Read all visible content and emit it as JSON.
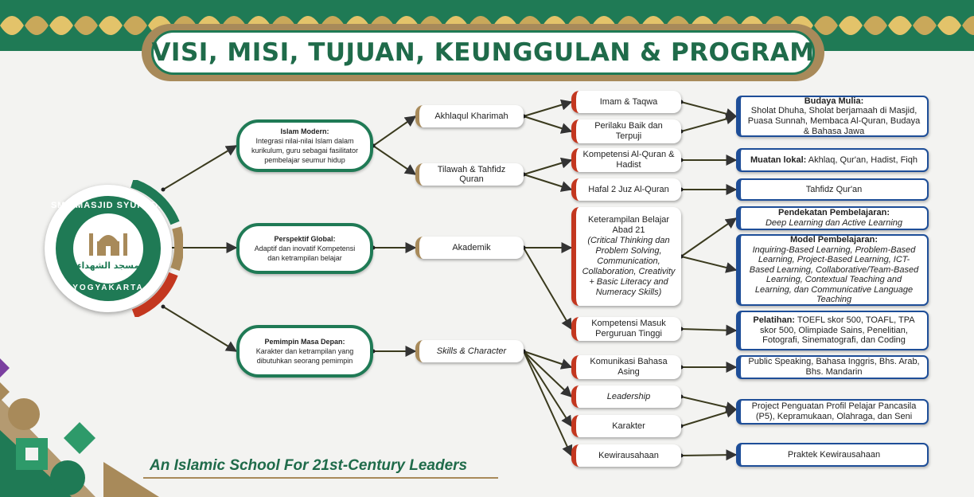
{
  "title": "VISI, MISI, TUJUAN, KEUNGGULAN & PROGRAM",
  "tagline": "An Islamic School For 21st-Century Leaders",
  "logo": {
    "top_text": "SMA MASJID SYUHADA",
    "arabic_text": "مسجد الشهداء",
    "bottom_text": "YOGYAKARTA",
    "icon": "mosque-icon"
  },
  "pillars": [
    {
      "title": "Islam Modern:",
      "desc": "Integrasi nilai-nilai Islam dalam kurikulum, guru sebagai fasilitator pembelajar seumur hidup"
    },
    {
      "title": "Perspektif Global:",
      "desc": "Adaptif dan inovatif Kompetensi dan ketrampilan belajar"
    },
    {
      "title": "Pemimpin Masa Depan:",
      "desc": "Karakter dan ketrampilan yang dibutuhkan seorang pemimpin"
    }
  ],
  "programs": [
    "Akhlaqul Kharimah",
    "Tilawah & Tahfidz Quran",
    "Akademik",
    "Skills & Character"
  ],
  "sub_items": {
    "imam": "Imam & Taqwa",
    "perilaku": "Perilaku Baik dan Terpuji",
    "kompetensi_quran": "Kompetensi Al-Quran & Hadist",
    "hafal": "Hafal 2 Juz Al-Quran",
    "abad21_line1": "Keterampilan Belajar Abad 21",
    "abad21_line2": "(Critical Thinking dan Problem Solving, Communication, Collaboration, Creativity + Basic Literacy and Numeracy Skills)",
    "kompetensi_masuk": "Kompetensi Masuk Perguruan Tinggi",
    "komunikasi": "Komunikasi Bahasa Asing",
    "leadership": "Leadership",
    "karakter": "Karakter",
    "kewirausahaan": "Kewirausahaan"
  },
  "results": {
    "budaya_title": "Budaya Mulia:",
    "budaya_text": "Sholat Dhuha, Sholat berjamaah di Masjid, Puasa Sunnah, Membaca Al-Quran, Budaya & Bahasa Jawa",
    "muatan_title": "Muatan lokal:",
    "muatan_text": "Akhlaq, Qur'an, Hadist, Fiqh",
    "tahfidz": "Tahfidz Qur'an",
    "pendekatan_title": "Pendekatan Pembelajaran:",
    "pendekatan_text": "Deep Learning dan Active Learning",
    "model_title": "Model Pembelajaran:",
    "model_text": "Inquiring-Based Learning, Problem-Based Learning, Project-Based Learning, ICT-Based Learning, Collaborative/Team-Based Learning, Contextual Teaching and Learning, dan Communicative Language Teaching",
    "pelatihan_title": "Pelatihan:",
    "pelatihan_text": "TOEFL skor 500, TOAFL, TPA skor 500, Olimpiade Sains, Penelitian, Fotografi, Sinematografi, dan Coding",
    "bahasa": "Public Speaking, Bahasa Inggris, Bhs. Arab, Bhs. Mandarin",
    "p5": "Project Penguatan Profil Pelajar Pancasila (P5), Kepramukaan, Olahraga, dan Seni",
    "praktek": "Praktek Kewirausahaan"
  },
  "colors": {
    "green": "#1f7a55",
    "gold": "#a88a5a",
    "red": "#c3371f",
    "blue": "#1e4e98"
  }
}
